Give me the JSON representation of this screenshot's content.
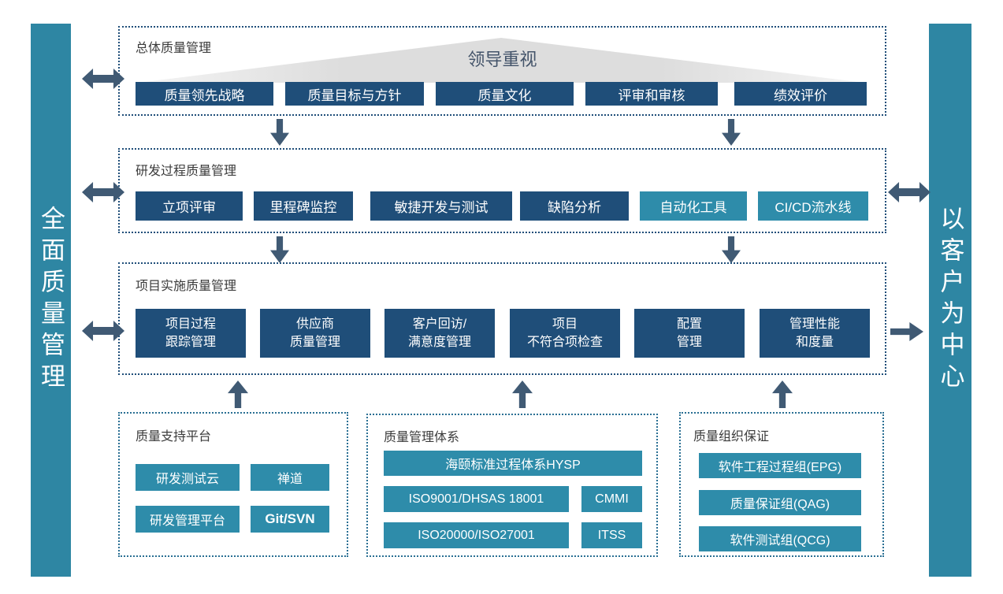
{
  "colors": {
    "dark_blue": "#1f4e79",
    "teal_block": "#2e8caa",
    "side_bar_teal": "#2e86a3",
    "arrow": "#405a74",
    "triangle_gray": "#dddddd",
    "banner_text": "#44546a",
    "title_text": "#3b3b3b"
  },
  "left_bar": {
    "label": "全面质量管理"
  },
  "right_bar": {
    "label": "以客户为中心"
  },
  "overall": {
    "title": "总体质量管理",
    "banner": "领导重视",
    "items": [
      "质量领先战略",
      "质量目标与方针",
      "质量文化",
      "评审和审核",
      "绩效评价"
    ]
  },
  "process": {
    "title": "研发过程质量管理",
    "items": [
      "立项评审",
      "里程碑监控",
      "敏捷开发与测试",
      "缺陷分析",
      "自动化工具",
      "CI/CD流水线"
    ]
  },
  "project": {
    "title": "项目实施质量管理",
    "items": [
      [
        "项目过程",
        "跟踪管理"
      ],
      [
        "供应商",
        "质量管理"
      ],
      [
        "客户回访/",
        "满意度管理"
      ],
      [
        "项目",
        "不符合项检查"
      ],
      [
        "配置",
        "管理"
      ],
      [
        "管理性能",
        "和度量"
      ]
    ]
  },
  "platform": {
    "title": "质量支持平台",
    "items": [
      "研发测试云",
      "禅道",
      "研发管理平台",
      "Git/SVN"
    ]
  },
  "system": {
    "title": "质量管理体系",
    "hysp": "海颐标准过程体系HYSP",
    "items": [
      "ISO9001/DHSAS 18001",
      "CMMI",
      "ISO20000/ISO27001",
      "ITSS"
    ]
  },
  "org": {
    "title": "质量组织保证",
    "items": [
      "软件工程过程组(EPG)",
      "质量保证组(QAG)",
      "软件测试组(QCG)"
    ]
  }
}
